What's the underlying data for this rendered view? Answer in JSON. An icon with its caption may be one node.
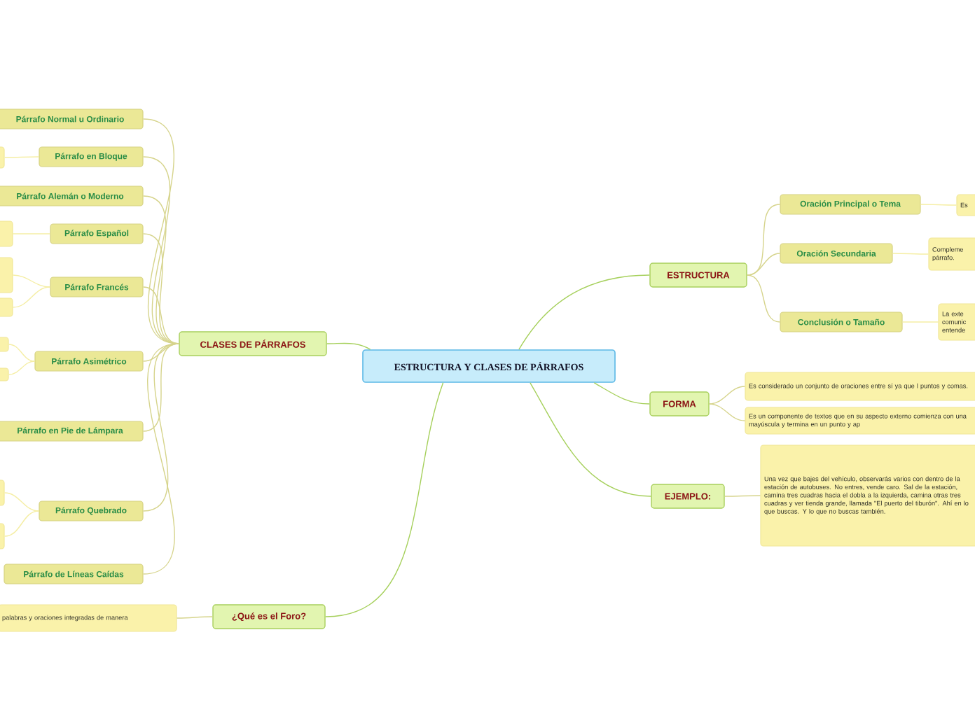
{
  "diagram": {
    "nodes": [
      {
        "text": [
          "ESTRUCTURA Y CLASES DE PÁRRAFOS"
        ]
      },
      {
        "text": [
          "CLASES DE PÁRRAFOS"
        ]
      },
      {
        "text": [
          "Párrafo Normal u Ordinario"
        ]
      },
      {
        "text": [],
        "shape": "box"
      },
      {
        "text": [
          "Párrafo en Bloque"
        ]
      },
      {
        "text": [
          "Párrafo Alemán o Moderno"
        ]
      },
      {
        "text": [],
        "shape": "box"
      },
      {
        "text": [
          "Párrafo Español"
        ]
      },
      {
        "text": [],
        "shape": "box"
      },
      {
        "text": [],
        "shape": "box"
      },
      {
        "text": [
          "Párrafo Francés"
        ]
      },
      {
        "text": [],
        "shape": "box"
      },
      {
        "text": [],
        "shape": "box"
      },
      {
        "text": [
          "Párrafo Asimétrico"
        ]
      },
      {
        "text": [
          "Párrafo en Pie de Lámpara"
        ]
      },
      {
        "text": [],
        "shape": "box"
      },
      {
        "text": [],
        "shape": "box"
      },
      {
        "text": [
          "Párrafo Quebrado"
        ]
      },
      {
        "text": [
          "Párrafo de Líneas Caídas"
        ]
      },
      {
        "text": [
          "¿Qué es el Foro?"
        ]
      },
      {
        "text": [
          "palabras y oraciones integradas de manera"
        ]
      },
      {
        "text": [
          "ESTRUCTURA"
        ]
      },
      {
        "text": [
          "Oración Principal o Tema"
        ]
      },
      {
        "text": [
          "Es"
        ]
      },
      {
        "text": [
          "Oración Secundaria"
        ]
      },
      {
        "text": [
          "Compleme párrafo."
        ]
      },
      {
        "text": [
          "Conclusión o Tamaño"
        ]
      },
      {
        "text": [
          "La exte comunic entende"
        ]
      },
      {
        "text": [
          "FORMA"
        ]
      },
      {
        "text": [
          "Es considerado un conjunto de oraciones entre sí ya que l puntos y comas."
        ]
      },
      {
        "text": [
          "Es un componente de textos que en su aspecto externo comienza con una mayúscula y termina en un punto y ap"
        ]
      },
      {
        "text": [
          "EJEMPLO:"
        ]
      },
      {
        "text": [
          "Una vez que bajes del vehículo, observarás varios con dentro de la estación de autobuses. No entres, vende caro. Sal de la estación, camina tres cuadras hacia el dobla a la izquierda, camina otras tres cuadras y ver tienda grande, llamada \"El puerto del tiburón\". Ahí en lo que buscas. Y lo que no buscas también."
        ]
      }
    ],
    "edges": [
      {
        "from": 0,
        "to": 1,
        "arrow": "none",
        "color": "#a6d05c"
      },
      {
        "from": 0,
        "to": 19,
        "arrow": "none",
        "color": "#a6d05c"
      },
      {
        "from": 0,
        "to": 21,
        "arrow": "none",
        "color": "#a6d05c"
      },
      {
        "from": 0,
        "to": 28,
        "arrow": "none",
        "color": "#a6d05c"
      },
      {
        "from": 0,
        "to": 31,
        "arrow": "none",
        "color": "#a6d05c"
      },
      {
        "from": 1,
        "to": 2,
        "arrow": "none"
      },
      {
        "from": 1,
        "to": 4,
        "arrow": "none"
      },
      {
        "from": 1,
        "to": 5,
        "arrow": "none"
      },
      {
        "from": 1,
        "to": 7,
        "arrow": "none"
      },
      {
        "from": 1,
        "to": 10,
        "arrow": "none"
      },
      {
        "from": 1,
        "to": 13,
        "arrow": "none"
      },
      {
        "from": 1,
        "to": 14,
        "arrow": "none"
      },
      {
        "from": 1,
        "to": 17,
        "arrow": "none"
      },
      {
        "from": 1,
        "to": 18,
        "arrow": "none"
      },
      {
        "from": 4,
        "to": 3,
        "arrow": "none",
        "color": "#f5eea4"
      },
      {
        "from": 7,
        "to": 6,
        "arrow": "none",
        "color": "#f5eea4"
      },
      {
        "from": 10,
        "to": 8,
        "arrow": "none",
        "color": "#f5eea4"
      },
      {
        "from": 10,
        "to": 9,
        "arrow": "none",
        "color": "#f5eea4"
      },
      {
        "from": 13,
        "to": 11,
        "arrow": "none",
        "color": "#f5eea4"
      },
      {
        "from": 13,
        "to": 12,
        "arrow": "none",
        "color": "#f5eea4"
      },
      {
        "from": 17,
        "to": 15,
        "arrow": "none",
        "color": "#f5eea4"
      },
      {
        "from": 17,
        "to": 16,
        "arrow": "none",
        "color": "#f5eea4"
      },
      {
        "from": 19,
        "to": 20,
        "arrow": "none"
      },
      {
        "from": 21,
        "to": 22,
        "arrow": "none"
      },
      {
        "from": 21,
        "to": 24,
        "arrow": "none"
      },
      {
        "from": 21,
        "to": 26,
        "arrow": "none"
      },
      {
        "from": 22,
        "to": 23,
        "arrow": "none",
        "color": "#f5eea4"
      },
      {
        "from": 24,
        "to": 25,
        "arrow": "none",
        "color": "#f5eea4"
      },
      {
        "from": 26,
        "to": 27,
        "arrow": "none",
        "color": "#f5eea4"
      },
      {
        "from": 28,
        "to": 29,
        "arrow": "none"
      },
      {
        "from": 28,
        "to": 30,
        "arrow": "none"
      },
      {
        "from": 31,
        "to": 32,
        "arrow": "none"
      }
    ]
  }
}
